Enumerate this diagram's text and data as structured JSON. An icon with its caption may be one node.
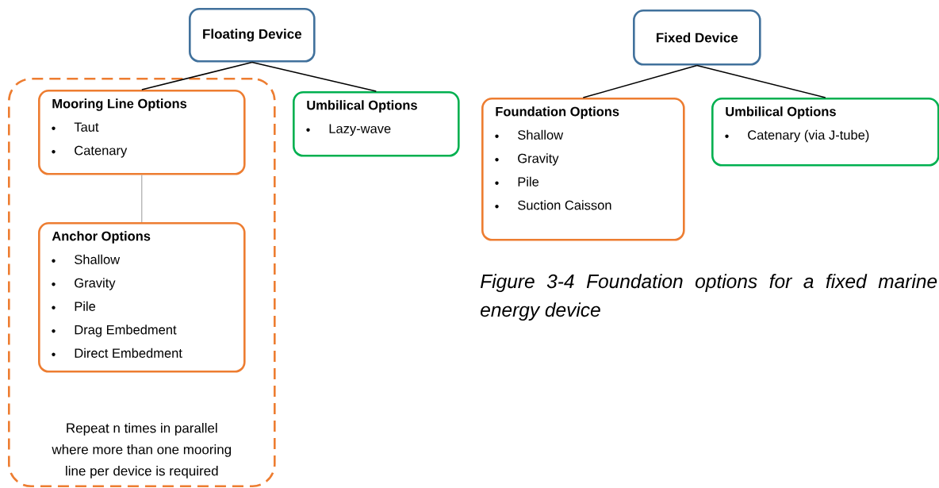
{
  "diagram": {
    "caption": "Figure 3-4 Foundation options for a fixed marine energy device",
    "nodes": [
      {
        "text": [
          "Floating Device"
        ]
      },
      {
        "text": [
          "Repeat n times in parallel where more than one mooring line per device is required"
        ]
      },
      {
        "text": [
          "Mooring Line Options",
          "Taut",
          "Catenary"
        ],
        "in": 1
      },
      {
        "text": [
          "Anchor Options",
          "Shallow",
          "Gravity",
          "Pile",
          "Drag Embedment",
          "Direct Embedment"
        ],
        "in": 1
      },
      {
        "text": [
          "Umbilical Options",
          "Lazy-wave"
        ]
      },
      {
        "text": [
          "Fixed Device"
        ]
      },
      {
        "text": [
          "Foundation Options",
          "Shallow",
          "Gravity",
          "Pile",
          "Suction Caisson"
        ]
      },
      {
        "text": [
          "Umbilical Options",
          "Catenary (via J-tube)"
        ]
      }
    ],
    "edges": [
      {
        "from": 0,
        "to": 2,
        "arrow": "none"
      },
      {
        "from": 0,
        "to": 4,
        "arrow": "none"
      },
      {
        "from": 2,
        "to": 3,
        "arrow": "none",
        "color": "#7f7f7f"
      },
      {
        "from": 5,
        "to": 6,
        "arrow": "none"
      },
      {
        "from": 5,
        "to": 7,
        "arrow": "none"
      }
    ]
  }
}
